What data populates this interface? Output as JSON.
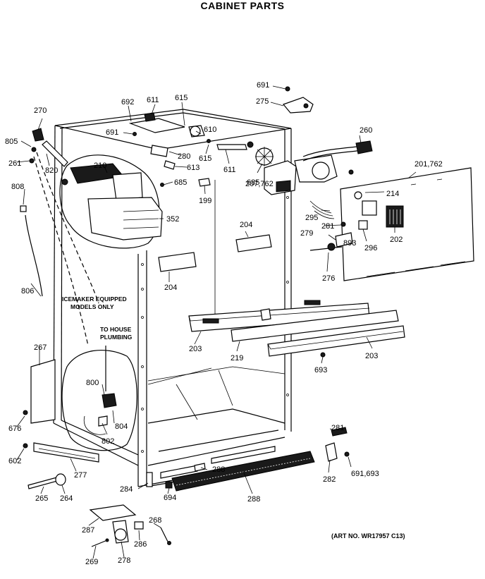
{
  "title": "CABINET PARTS",
  "art_number": "(ART NO. WR17957 C13)",
  "notes": {
    "icemaker_line1": "ICEMAKER EQUIPPED",
    "icemaker_line2": "MODELS ONLY",
    "plumbing_line1": "TO HOUSE",
    "plumbing_line2": "PLUMBING"
  },
  "callouts": [
    "691",
    "275",
    "692",
    "611",
    "615",
    "610",
    "691",
    "280",
    "615",
    "611",
    "207,762",
    "260",
    "270",
    "805",
    "261",
    "820",
    "210",
    "613",
    "685",
    "808",
    "685",
    "199",
    "201,762",
    "214",
    "352",
    "295",
    "204",
    "281",
    "279",
    "893",
    "296",
    "202",
    "276",
    "806",
    "204",
    "203",
    "219",
    "203",
    "693",
    "267",
    "800",
    "804",
    "802",
    "676",
    "281",
    "602",
    "277",
    "288",
    "282",
    "691,693",
    "284",
    "694",
    "288",
    "265",
    "264",
    "287",
    "268",
    "286",
    "269",
    "278"
  ]
}
